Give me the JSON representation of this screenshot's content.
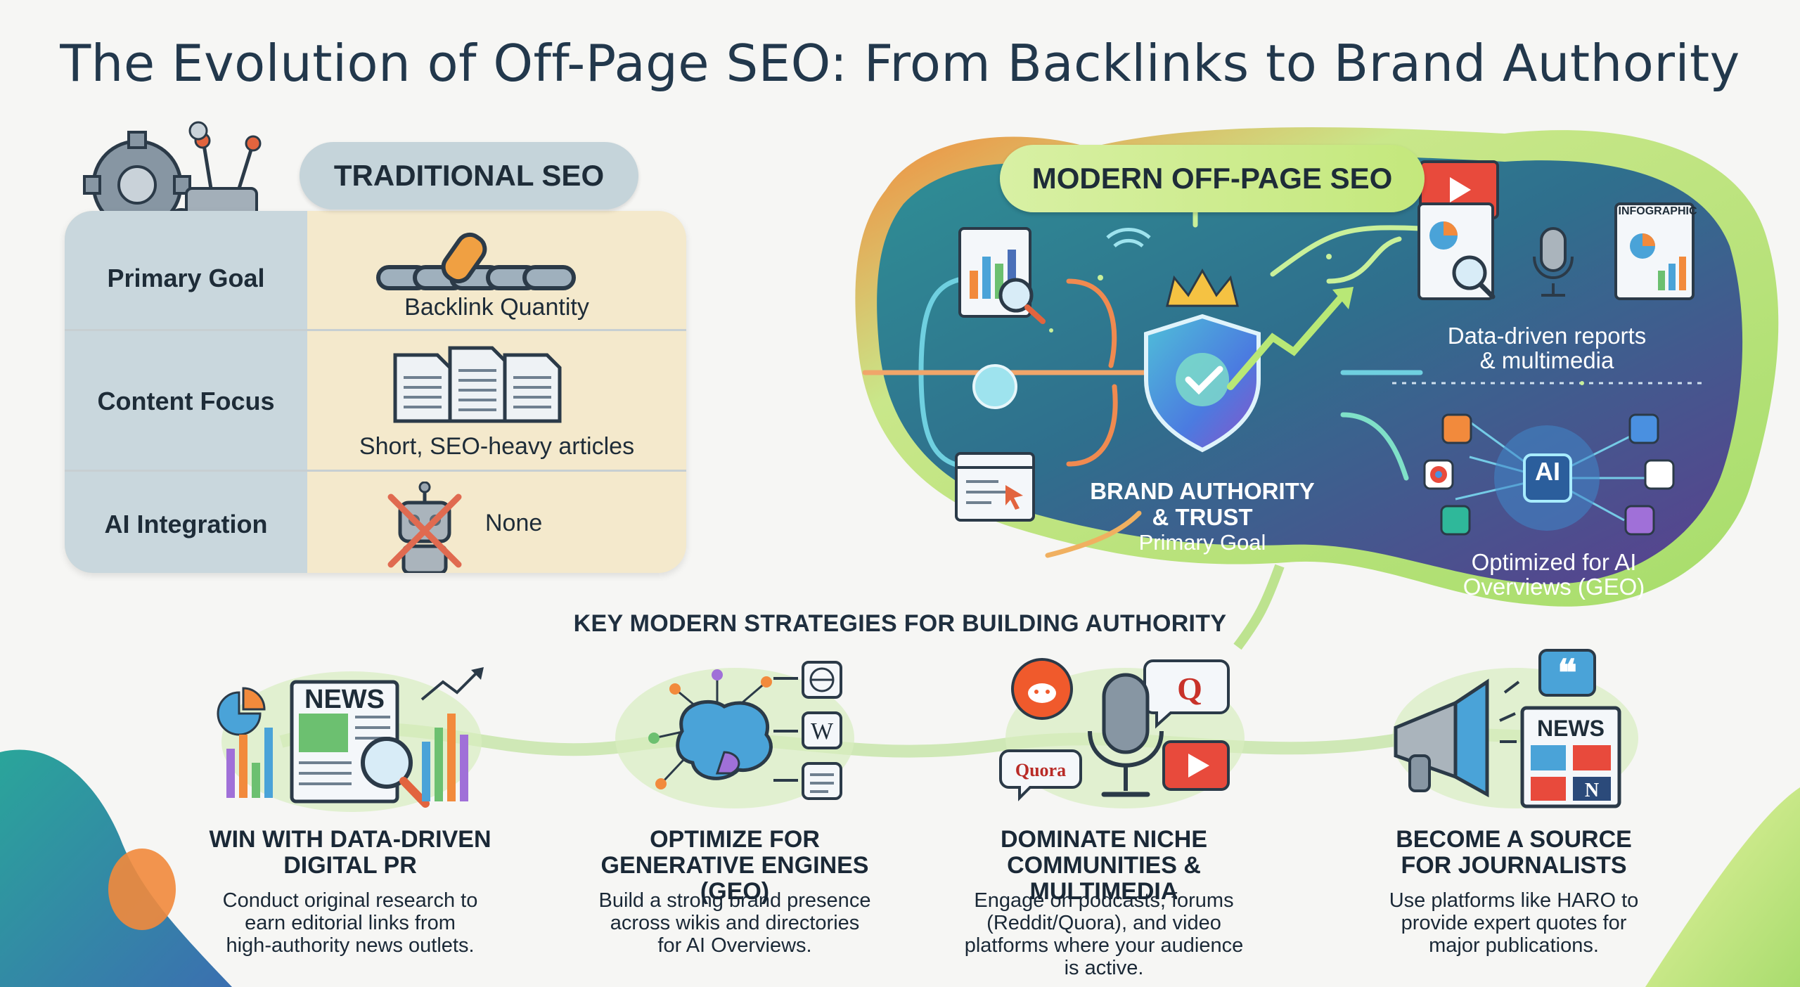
{
  "title": "The Evolution of Off-Page SEO: From Backlinks to Brand Authority",
  "traditional": {
    "heading": "TRADITIONAL SEO",
    "rows": [
      {
        "label": "Primary Goal",
        "value": "Backlink Quantity",
        "icon": "chain-link-icon"
      },
      {
        "label": "Content Focus",
        "value": "Short, SEO-heavy articles",
        "icon": "documents-icon"
      },
      {
        "label": "AI Integration",
        "value": "None",
        "icon": "crossed-robot-icon"
      }
    ]
  },
  "modern": {
    "heading": "MODERN OFF-PAGE SEO",
    "center_title": "BRAND AUTHORITY\n& TRUST",
    "center_subtitle": "Primary Goal",
    "reports_label": "Data-driven reports\n& multimedia",
    "infographic_label": "INFOGRAPHIC",
    "ai_badge": "AI",
    "ai_label": "Optimized for AI\nOverviews (GEO)"
  },
  "strategies": {
    "heading": "KEY MODERN STRATEGIES FOR BUILDING AUTHORITY",
    "items": [
      {
        "title": "WIN WITH DATA-DRIVEN\nDIGITAL PR",
        "description": "Conduct original research to\nearn editorial links from\nhigh-authority news outlets.",
        "badge": "NEWS"
      },
      {
        "title": "OPTIMIZE FOR\nGENERATIVE ENGINES (GEO)",
        "description": "Build a strong brand presence\nacross wikis and directories\nfor AI Overviews.",
        "badge": "W"
      },
      {
        "title": "DOMINATE NICHE\nCOMMUNITIES & MULTIMEDIA",
        "description": "Engage on podcasts, forums\n(Reddit/Quora), and video\nplatforms where your audience\nis active.",
        "badge": "Quora",
        "badge2": "Q"
      },
      {
        "title": "BECOME A SOURCE\nFOR JOURNALISTS",
        "description": "Use platforms like HARO to\nprovide expert quotes for\nmajor publications.",
        "badge": "NEWS",
        "badge2": "N"
      }
    ]
  },
  "colors": {
    "title": "#22384c",
    "traditional_left": "#c9d7dd",
    "traditional_right": "#f4e9cc",
    "modern_blob_start": "#2b8f92",
    "modern_blob_end": "#5a3f8c",
    "accent_green": "#c4e87c",
    "accent_orange": "#f28a3c"
  }
}
